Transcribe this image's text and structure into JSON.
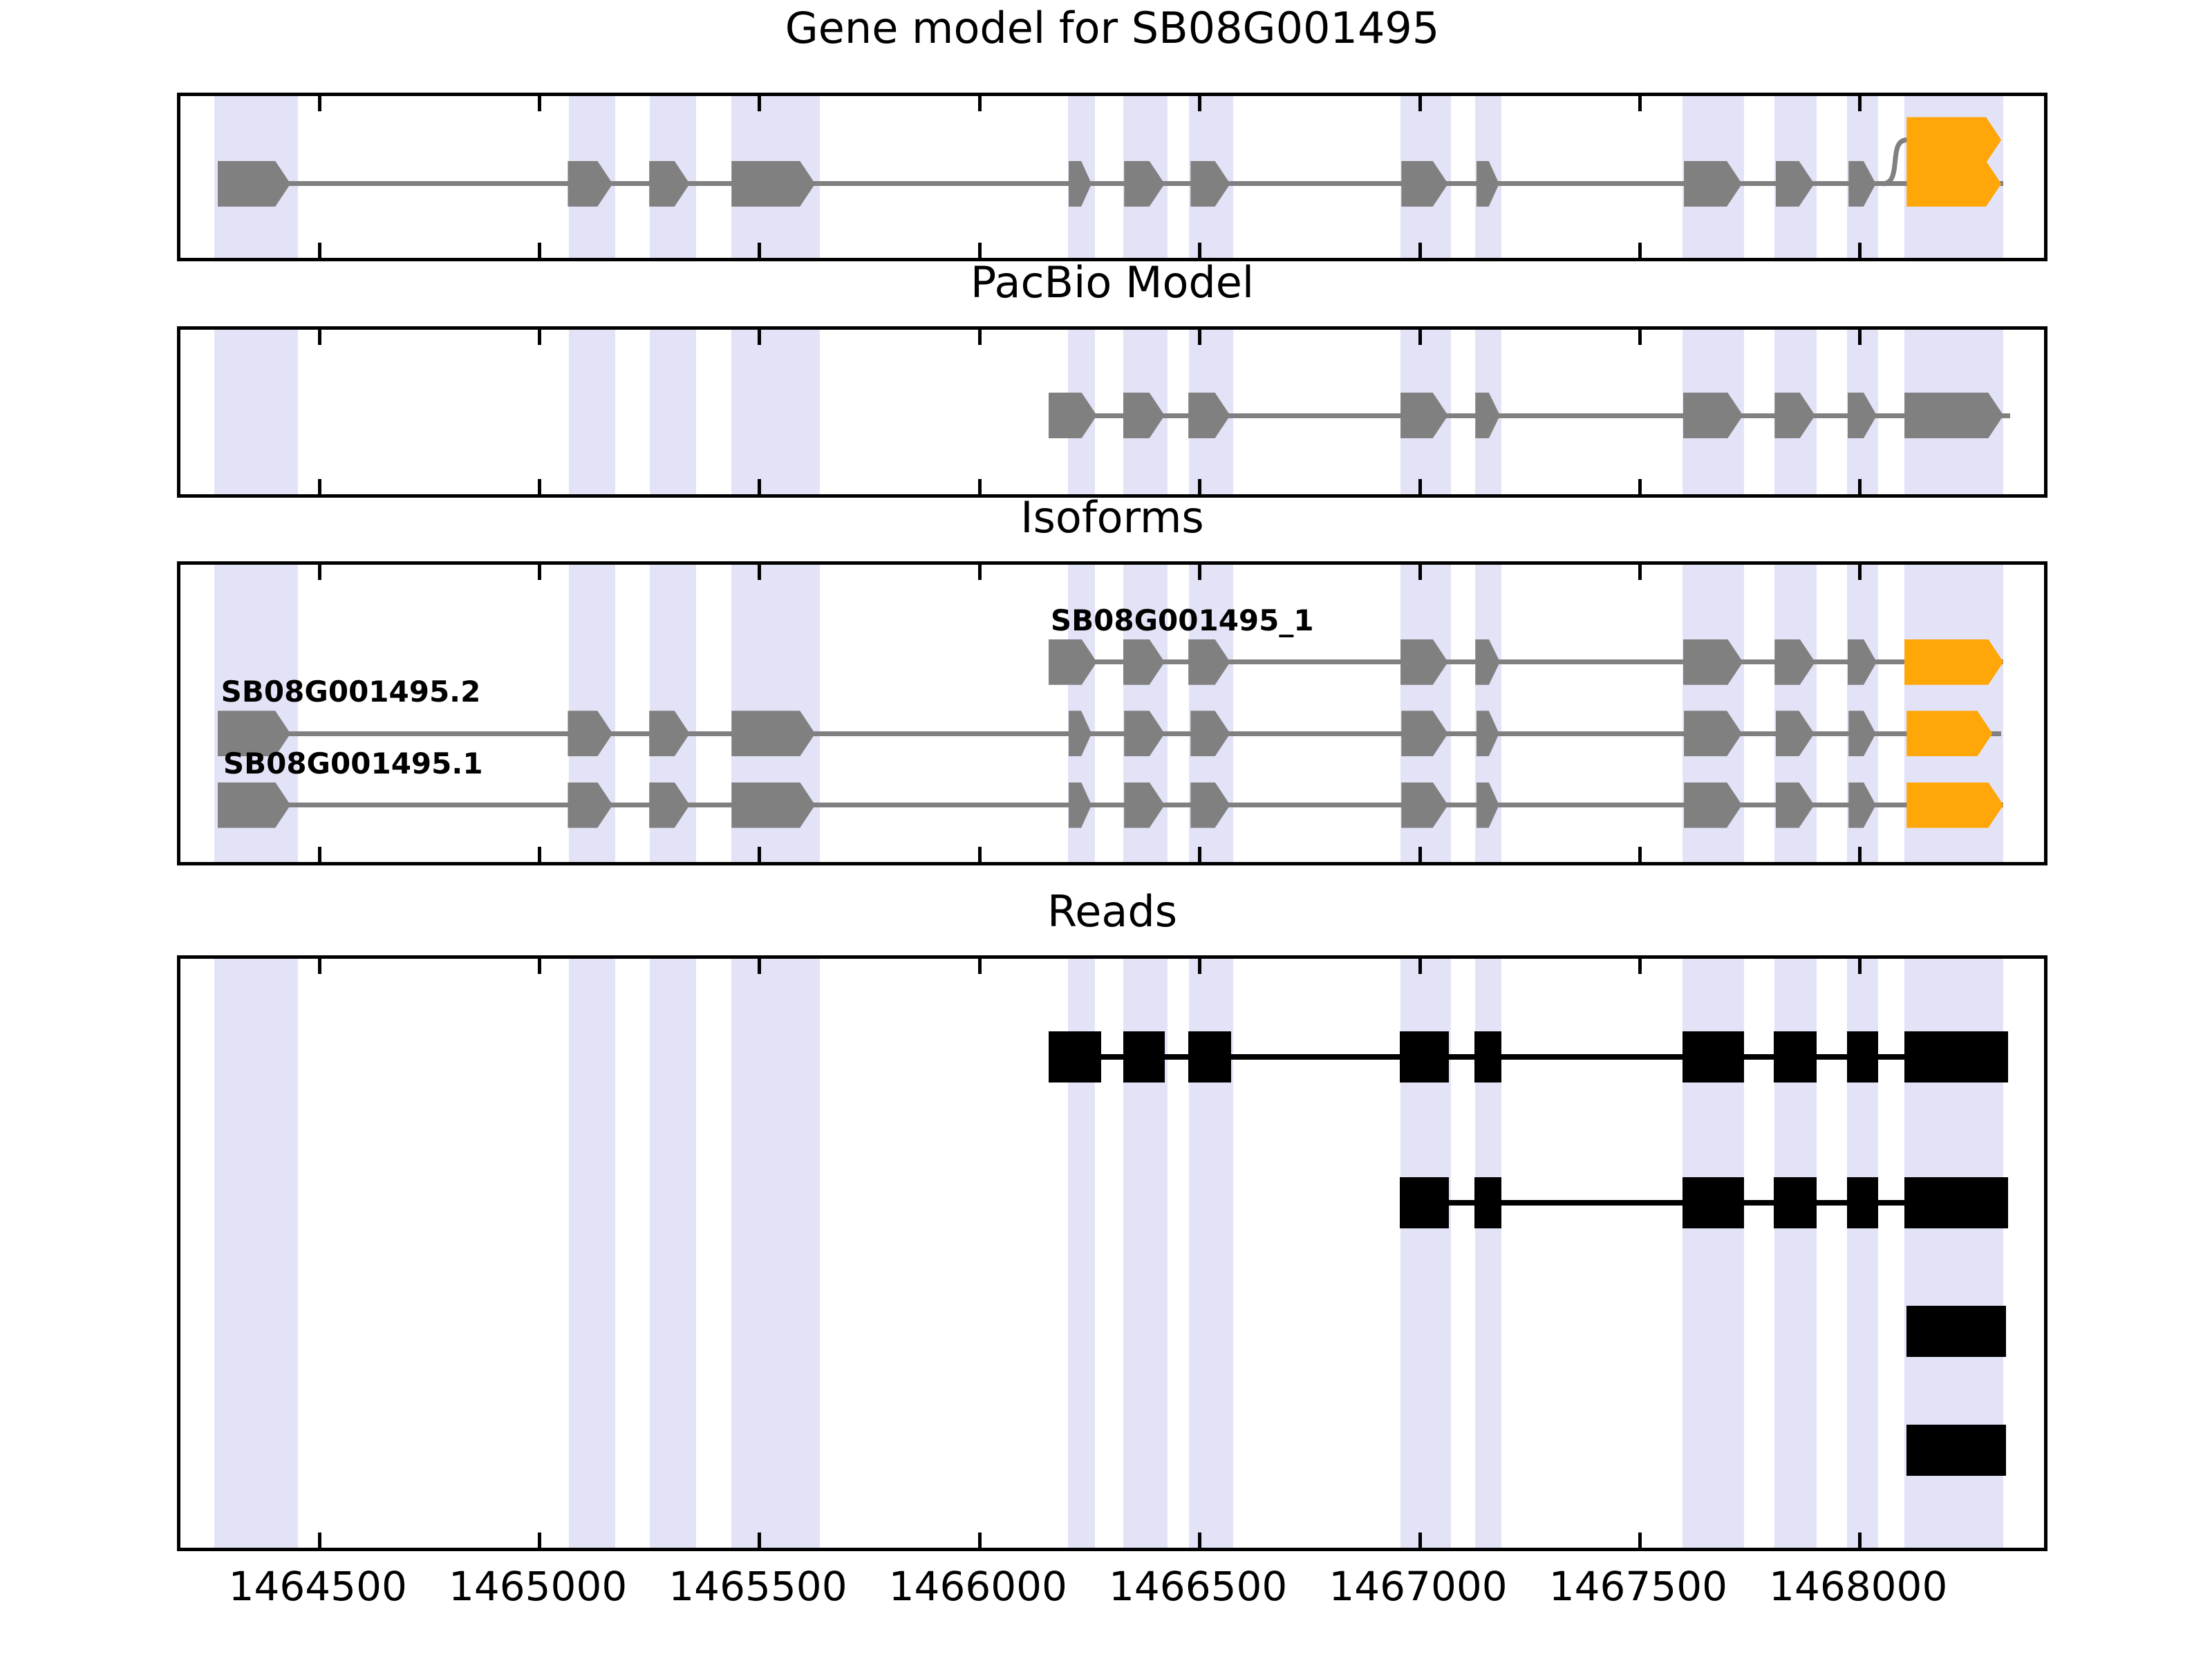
{
  "figure": {
    "title": "Gene model for SB08G001495",
    "gene_id": "SB08G001495",
    "colors": {
      "exon_cds": "#808080",
      "exon_utr": "#FFA608",
      "read": "#000000",
      "highlight_band": "#e3e3f7",
      "axes_border": "#000000",
      "background": "#ffffff"
    }
  },
  "axis": {
    "label": "",
    "xmin": 1464180,
    "xmax": 1468430,
    "tick_labels": [
      "1464500",
      "1465000",
      "1465500",
      "1466000",
      "1466500",
      "1467000",
      "1467500",
      "1468000"
    ],
    "tick_values": [
      1464500,
      1465000,
      1465500,
      1466000,
      1466500,
      1467000,
      1467500,
      1468000
    ],
    "tick_interval": 500
  },
  "highlight_bands": [
    {
      "start": 1464265,
      "end": 1464455
    },
    {
      "start": 1465070,
      "end": 1465175
    },
    {
      "start": 1465255,
      "end": 1465360
    },
    {
      "start": 1465440,
      "end": 1465640
    },
    {
      "start": 1466205,
      "end": 1466265
    },
    {
      "start": 1466330,
      "end": 1466430
    },
    {
      "start": 1466480,
      "end": 1466580
    },
    {
      "start": 1466960,
      "end": 1467075
    },
    {
      "start": 1467130,
      "end": 1467190
    },
    {
      "start": 1467600,
      "end": 1467740
    },
    {
      "start": 1467810,
      "end": 1467905
    },
    {
      "start": 1467975,
      "end": 1468045
    },
    {
      "start": 1468105,
      "end": 1468330
    }
  ],
  "panels": [
    {
      "name": "gene-model",
      "title": "Gene model for SB08G001495",
      "rows": [
        {
          "label": "",
          "label_x": null,
          "strand": "+",
          "kind": "cds",
          "y_frac": 0.52,
          "span": [
            1464280,
            1468330
          ],
          "exons": [
            {
              "start": 1464272,
              "end": 1464438,
              "type": "cds"
            },
            {
              "start": 1465068,
              "end": 1465170,
              "type": "cds"
            },
            {
              "start": 1465253,
              "end": 1465345,
              "type": "cds"
            },
            {
              "start": 1465440,
              "end": 1465630,
              "type": "cds"
            },
            {
              "start": 1466206,
              "end": 1466258,
              "type": "cds"
            },
            {
              "start": 1466332,
              "end": 1466424,
              "type": "cds"
            },
            {
              "start": 1466483,
              "end": 1466573,
              "type": "cds"
            },
            {
              "start": 1466962,
              "end": 1467068,
              "type": "cds"
            },
            {
              "start": 1467132,
              "end": 1467184,
              "type": "cds"
            },
            {
              "start": 1467604,
              "end": 1467736,
              "type": "cds"
            },
            {
              "start": 1467812,
              "end": 1467900,
              "type": "cds"
            },
            {
              "start": 1467978,
              "end": 1468040,
              "type": "cds"
            },
            {
              "start": 1468110,
              "end": 1468325,
              "type": "utr"
            }
          ]
        },
        {
          "label": "",
          "label_x": null,
          "strand": "+",
          "kind": "utr-top",
          "y_frac": 0.26,
          "span": [
            1468110,
            1468325
          ],
          "exons": [
            {
              "start": 1468110,
              "end": 1468325,
              "type": "utr"
            }
          ]
        }
      ]
    },
    {
      "name": "pacbio-model",
      "title": "PacBio Model",
      "rows": [
        {
          "label": "",
          "label_x": null,
          "strand": "+",
          "kind": "cds",
          "y_frac": 0.5,
          "span": [
            1466160,
            1468345
          ],
          "exons": [
            {
              "start": 1466160,
              "end": 1466270,
              "type": "cds"
            },
            {
              "start": 1466330,
              "end": 1466424,
              "type": "cds"
            },
            {
              "start": 1466478,
              "end": 1466573,
              "type": "cds"
            },
            {
              "start": 1466960,
              "end": 1467068,
              "type": "cds"
            },
            {
              "start": 1467130,
              "end": 1467186,
              "type": "cds"
            },
            {
              "start": 1467602,
              "end": 1467738,
              "type": "cds"
            },
            {
              "start": 1467810,
              "end": 1467902,
              "type": "cds"
            },
            {
              "start": 1467976,
              "end": 1468042,
              "type": "cds"
            },
            {
              "start": 1468105,
              "end": 1468330,
              "type": "cds"
            }
          ]
        }
      ]
    },
    {
      "name": "isoforms",
      "title": "Isoforms",
      "rows": [
        {
          "label": "SB08G001495_1",
          "label_x": 1466165,
          "strand": "+",
          "kind": "cds",
          "y_frac": 0.32,
          "span": [
            1466160,
            1468330
          ],
          "exons": [
            {
              "start": 1466160,
              "end": 1466270,
              "type": "cds"
            },
            {
              "start": 1466330,
              "end": 1466424,
              "type": "cds"
            },
            {
              "start": 1466478,
              "end": 1466573,
              "type": "cds"
            },
            {
              "start": 1466960,
              "end": 1467068,
              "type": "cds"
            },
            {
              "start": 1467130,
              "end": 1467186,
              "type": "cds"
            },
            {
              "start": 1467602,
              "end": 1467738,
              "type": "cds"
            },
            {
              "start": 1467810,
              "end": 1467902,
              "type": "cds"
            },
            {
              "start": 1467976,
              "end": 1468042,
              "type": "cds"
            },
            {
              "start": 1468105,
              "end": 1468330,
              "type": "utr"
            }
          ]
        },
        {
          "label": "SB08G001495.2",
          "label_x": 1464280,
          "strand": "+",
          "kind": "cds",
          "y_frac": 0.555,
          "span": [
            1464272,
            1468325
          ],
          "exons": [
            {
              "start": 1464272,
              "end": 1464438,
              "type": "cds"
            },
            {
              "start": 1465068,
              "end": 1465170,
              "type": "cds"
            },
            {
              "start": 1465253,
              "end": 1465345,
              "type": "cds"
            },
            {
              "start": 1465440,
              "end": 1465630,
              "type": "cds"
            },
            {
              "start": 1466206,
              "end": 1466258,
              "type": "cds"
            },
            {
              "start": 1466332,
              "end": 1466424,
              "type": "cds"
            },
            {
              "start": 1466483,
              "end": 1466573,
              "type": "cds"
            },
            {
              "start": 1466962,
              "end": 1467068,
              "type": "cds"
            },
            {
              "start": 1467132,
              "end": 1467184,
              "type": "cds"
            },
            {
              "start": 1467604,
              "end": 1467736,
              "type": "cds"
            },
            {
              "start": 1467812,
              "end": 1467900,
              "type": "cds"
            },
            {
              "start": 1467978,
              "end": 1468040,
              "type": "cds"
            },
            {
              "start": 1468110,
              "end": 1468305,
              "type": "utr"
            }
          ]
        },
        {
          "label": "SB08G001495.1",
          "label_x": 1464285,
          "strand": "+",
          "kind": "cds",
          "y_frac": 0.79,
          "span": [
            1464272,
            1468330
          ],
          "exons": [
            {
              "start": 1464272,
              "end": 1464438,
              "type": "cds"
            },
            {
              "start": 1465068,
              "end": 1465170,
              "type": "cds"
            },
            {
              "start": 1465253,
              "end": 1465345,
              "type": "cds"
            },
            {
              "start": 1465440,
              "end": 1465630,
              "type": "cds"
            },
            {
              "start": 1466206,
              "end": 1466258,
              "type": "cds"
            },
            {
              "start": 1466332,
              "end": 1466424,
              "type": "cds"
            },
            {
              "start": 1466483,
              "end": 1466573,
              "type": "cds"
            },
            {
              "start": 1466962,
              "end": 1467068,
              "type": "cds"
            },
            {
              "start": 1467132,
              "end": 1467184,
              "type": "cds"
            },
            {
              "start": 1467604,
              "end": 1467736,
              "type": "cds"
            },
            {
              "start": 1467812,
              "end": 1467900,
              "type": "cds"
            },
            {
              "start": 1467978,
              "end": 1468040,
              "type": "cds"
            },
            {
              "start": 1468110,
              "end": 1468330,
              "type": "utr"
            }
          ]
        }
      ]
    },
    {
      "name": "reads",
      "title": "Reads",
      "rows": [
        {
          "label": "",
          "label_x": null,
          "strand": "+",
          "kind": "read",
          "y_frac": 0.165,
          "span": [
            1466160,
            1468340
          ],
          "exons": [
            {
              "start": 1466160,
              "end": 1466280,
              "type": "read"
            },
            {
              "start": 1466330,
              "end": 1466425,
              "type": "read"
            },
            {
              "start": 1466478,
              "end": 1466575,
              "type": "read"
            },
            {
              "start": 1466958,
              "end": 1467070,
              "type": "read"
            },
            {
              "start": 1467128,
              "end": 1467190,
              "type": "read"
            },
            {
              "start": 1467600,
              "end": 1467740,
              "type": "read"
            },
            {
              "start": 1467808,
              "end": 1467905,
              "type": "read"
            },
            {
              "start": 1467975,
              "end": 1468045,
              "type": "read"
            },
            {
              "start": 1468105,
              "end": 1468340,
              "type": "read"
            }
          ]
        },
        {
          "label": "",
          "label_x": null,
          "strand": "+",
          "kind": "read",
          "y_frac": 0.41,
          "span": [
            1466958,
            1468340
          ],
          "exons": [
            {
              "start": 1466958,
              "end": 1467070,
              "type": "read"
            },
            {
              "start": 1467128,
              "end": 1467190,
              "type": "read"
            },
            {
              "start": 1467600,
              "end": 1467740,
              "type": "read"
            },
            {
              "start": 1467808,
              "end": 1467905,
              "type": "read"
            },
            {
              "start": 1467975,
              "end": 1468045,
              "type": "read"
            },
            {
              "start": 1468105,
              "end": 1468340,
              "type": "read"
            }
          ]
        },
        {
          "label": "",
          "label_x": null,
          "strand": "+",
          "kind": "read",
          "y_frac": 0.625,
          "span": [
            1468110,
            1468335
          ],
          "exons": [
            {
              "start": 1468110,
              "end": 1468335,
              "type": "read"
            }
          ]
        },
        {
          "label": "",
          "label_x": null,
          "strand": "+",
          "kind": "read",
          "y_frac": 0.825,
          "span": [
            1468110,
            1468335
          ],
          "exons": [
            {
              "start": 1468110,
              "end": 1468335,
              "type": "read"
            }
          ]
        }
      ]
    }
  ]
}
